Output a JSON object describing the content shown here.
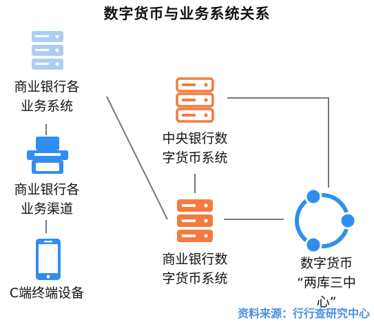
{
  "title": "数字货币与业务系统关系",
  "nodes": {
    "bank_business_systems": {
      "line1": "商业银行各",
      "line2": "业务系统"
    },
    "bank_business_channels": {
      "line1": "商业银行各",
      "line2": "业务渠道"
    },
    "c_terminal": {
      "line1": "C端终端设备"
    },
    "central_bank_dc_system": {
      "line1": "中央银行数",
      "line2": "字货币系统"
    },
    "bank_dc_system": {
      "line1": "商业银行数",
      "line2": "字货币系统"
    },
    "two_vaults_three_centers": {
      "line1": "数字货币",
      "line2": "“两库三中",
      "line3": "心”"
    }
  },
  "source": "资料来源：行行查研究中心",
  "colors": {
    "light_blue": "#aecdf5",
    "blue": "#2f8ff0",
    "orange": "#f47a3d",
    "line": "#777777",
    "source": "#4a8fe6"
  }
}
